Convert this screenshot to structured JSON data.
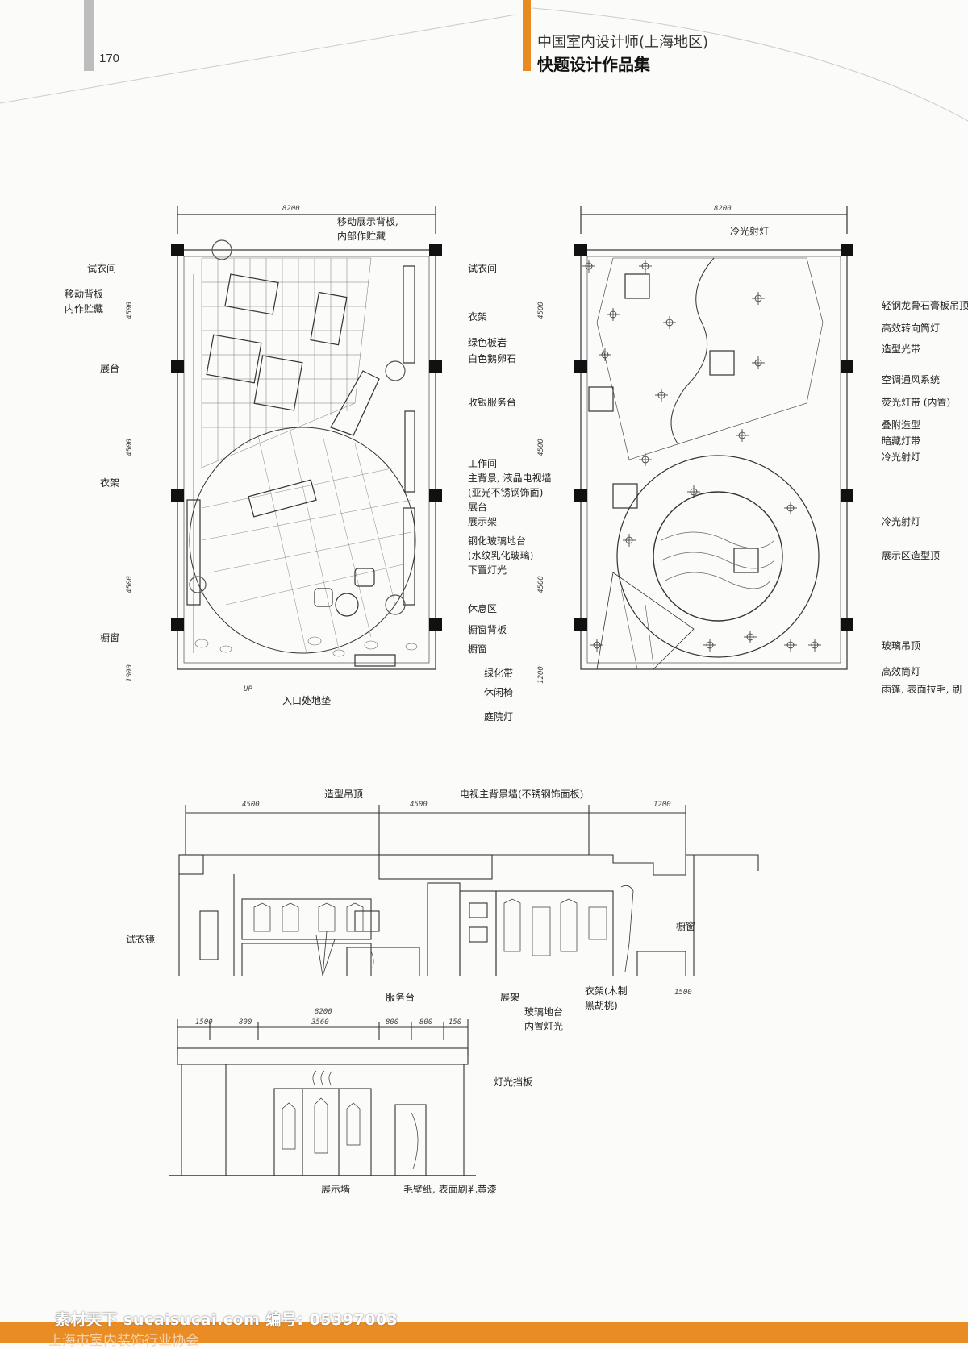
{
  "header": {
    "page_number": "170",
    "subtitle": "中国室内设计师(上海地区)",
    "title": "快题设计作品集"
  },
  "plan_left": {
    "width_dim": "8200",
    "side_dims": [
      "4500",
      "4500",
      "4500",
      "1000"
    ],
    "up": "UP",
    "labels_left": [
      "试衣间",
      "移动背板",
      "内作贮藏",
      "展台",
      "衣架",
      "橱窗"
    ],
    "labels_top": [
      "移动展示背板,",
      "内部作贮藏"
    ],
    "labels_right": [
      "试衣间",
      "衣架",
      "绿色板岩",
      "白色鹅卵石",
      "收银服务台",
      "工作间",
      "主背景, 液晶电视墙",
      "(亚光不锈钢饰面)",
      "展台",
      "展示架",
      "钢化玻璃地台",
      "(水纹乳化玻璃)",
      "下置灯光",
      "休息区",
      "橱窗背板",
      "橱窗",
      "绿化带",
      "休闲椅",
      "庭院灯"
    ],
    "label_bottom": "入口处地垫"
  },
  "plan_right": {
    "width_dim": "8200",
    "side_dims": [
      "4500",
      "4500",
      "4500",
      "1200"
    ],
    "labels_top": [
      "冷光射灯"
    ],
    "labels_right": [
      "轻钢龙骨石膏板吊顶",
      "高效转向筒灯",
      "造型光带",
      "空调通风系统",
      "荧光灯带 (内置)",
      "叠附造型",
      "暗藏灯带",
      "冷光射灯",
      "冷光射灯",
      "展示区造型顶",
      "玻璃吊顶",
      "高效筒灯",
      "雨篷, 表面拉毛, 刷"
    ]
  },
  "elev_one": {
    "top_dims": [
      "4500",
      "4500",
      "1200"
    ],
    "labels_top": [
      "造型吊顶",
      "电视主背景墙(不锈钢饰面板)"
    ],
    "label_left": "试衣镜",
    "label_right": "橱窗",
    "labels_bottom": [
      "服务台",
      "展架",
      "衣架(木制",
      "黑胡桃)",
      "玻璃地台",
      "内置灯光"
    ],
    "dim_right": "1500"
  },
  "elev_two": {
    "top_dims": [
      "1500",
      "800",
      "3560",
      "800",
      "800",
      "150"
    ],
    "overall": "8200",
    "labels": [
      "灯光挡板",
      "展示墙",
      "毛壁纸, 表面刷乳黄漆"
    ]
  },
  "footer": {
    "watermark": "素材天下 sucaisucai.com  编号: 05397003",
    "association": "上海市室内装饰行业协会"
  },
  "colors": {
    "accent": "#e88a22",
    "gray": "#bdbdbd"
  }
}
